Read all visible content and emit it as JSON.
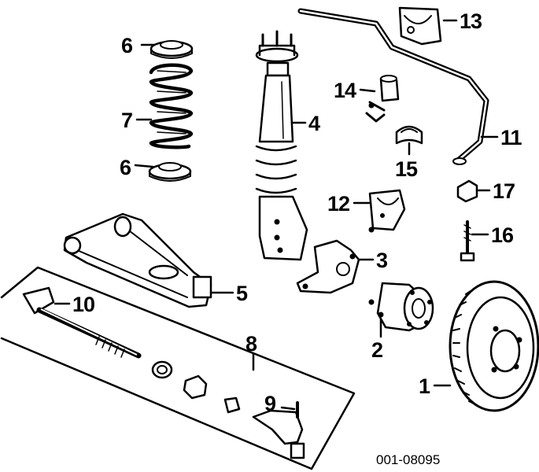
{
  "diagram": {
    "reference_code": "001-08095",
    "callouts": [
      {
        "id": "6a",
        "label": "6",
        "part": "spring-seat-upper"
      },
      {
        "id": "7",
        "label": "7",
        "part": "coil-spring"
      },
      {
        "id": "6b",
        "label": "6",
        "part": "spring-seat-lower"
      },
      {
        "id": "4",
        "label": "4",
        "part": "strut-assembly"
      },
      {
        "id": "13",
        "label": "13",
        "part": "stabilizer-bracket"
      },
      {
        "id": "14",
        "label": "14",
        "part": "stabilizer-link"
      },
      {
        "id": "11",
        "label": "11",
        "part": "stabilizer-bar"
      },
      {
        "id": "15",
        "label": "15",
        "part": "stabilizer-bushing"
      },
      {
        "id": "12",
        "label": "12",
        "part": "bushing-bracket"
      },
      {
        "id": "17",
        "label": "17",
        "part": "nut"
      },
      {
        "id": "16",
        "label": "16",
        "part": "bolt"
      },
      {
        "id": "3",
        "label": "3",
        "part": "knuckle"
      },
      {
        "id": "5",
        "label": "5",
        "part": "control-arm"
      },
      {
        "id": "10",
        "label": "10",
        "part": "inner-tie-rod"
      },
      {
        "id": "8",
        "label": "8",
        "part": "tie-rod-kit"
      },
      {
        "id": "2",
        "label": "2",
        "part": "hub-bearing"
      },
      {
        "id": "1",
        "label": "1",
        "part": "brake-drum"
      },
      {
        "id": "9",
        "label": "9",
        "part": "tie-rod-end"
      }
    ]
  }
}
